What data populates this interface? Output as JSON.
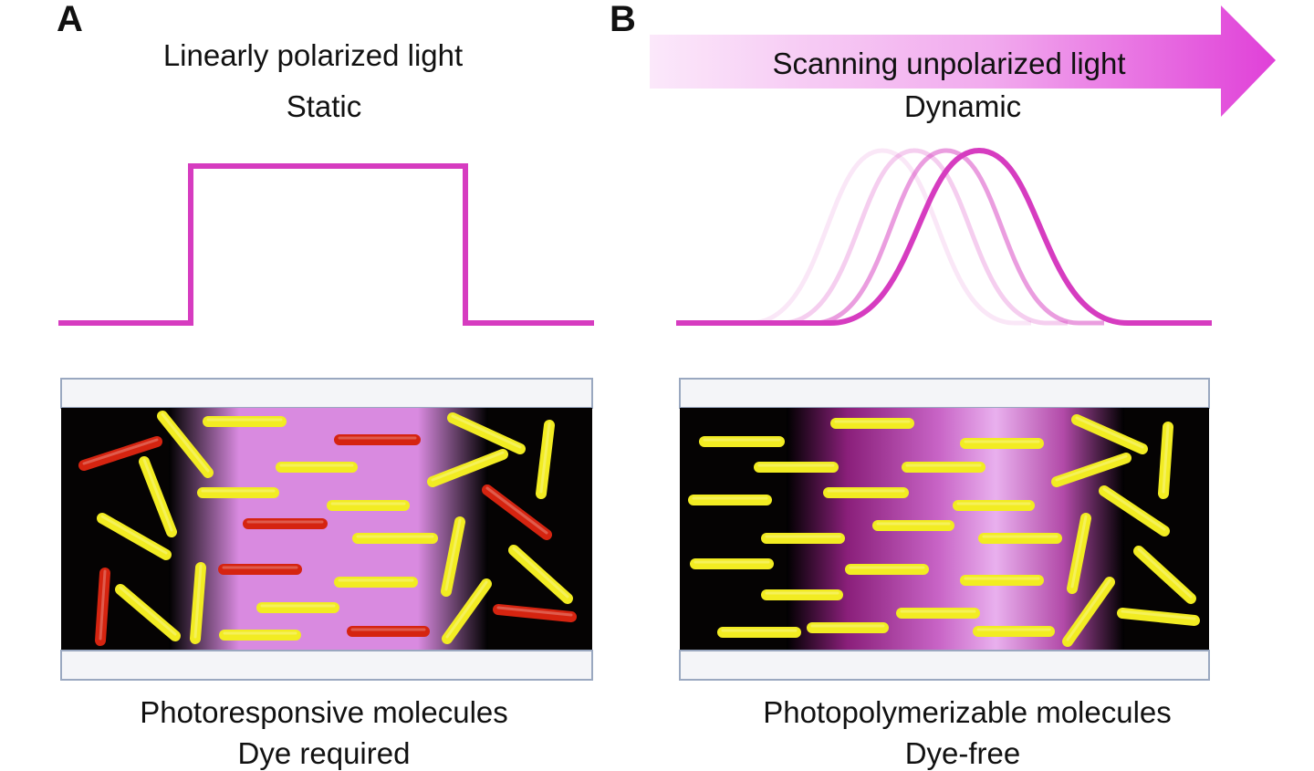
{
  "panel_a": {
    "letter": "A",
    "title_line1": "Linearly polarized light",
    "title_line2": "Static",
    "caption_line1": "Photoresponsive molecules",
    "caption_line2": "Dye required"
  },
  "panel_b": {
    "letter": "B",
    "arrow_label": "Scanning unpolarized light",
    "title_line2": "Dynamic",
    "caption_line1": "Photopolymerizable molecules",
    "caption_line2": "Dye-free"
  },
  "colors": {
    "profile_magenta": "#d63cc0",
    "arrow_magenta": "#e040d8",
    "light_band": "#d98ae0",
    "cell_background": "#050303",
    "substrate": "#f4f5f8",
    "substrate_border": "#9aa8c0",
    "rod_yellow": "#f2ec22",
    "rod_red": "#d52410"
  },
  "icons": {
    "rod_yellow": "liquid-crystal-molecule-icon",
    "rod_red": "photoresponsive-dye-molecule-icon"
  }
}
